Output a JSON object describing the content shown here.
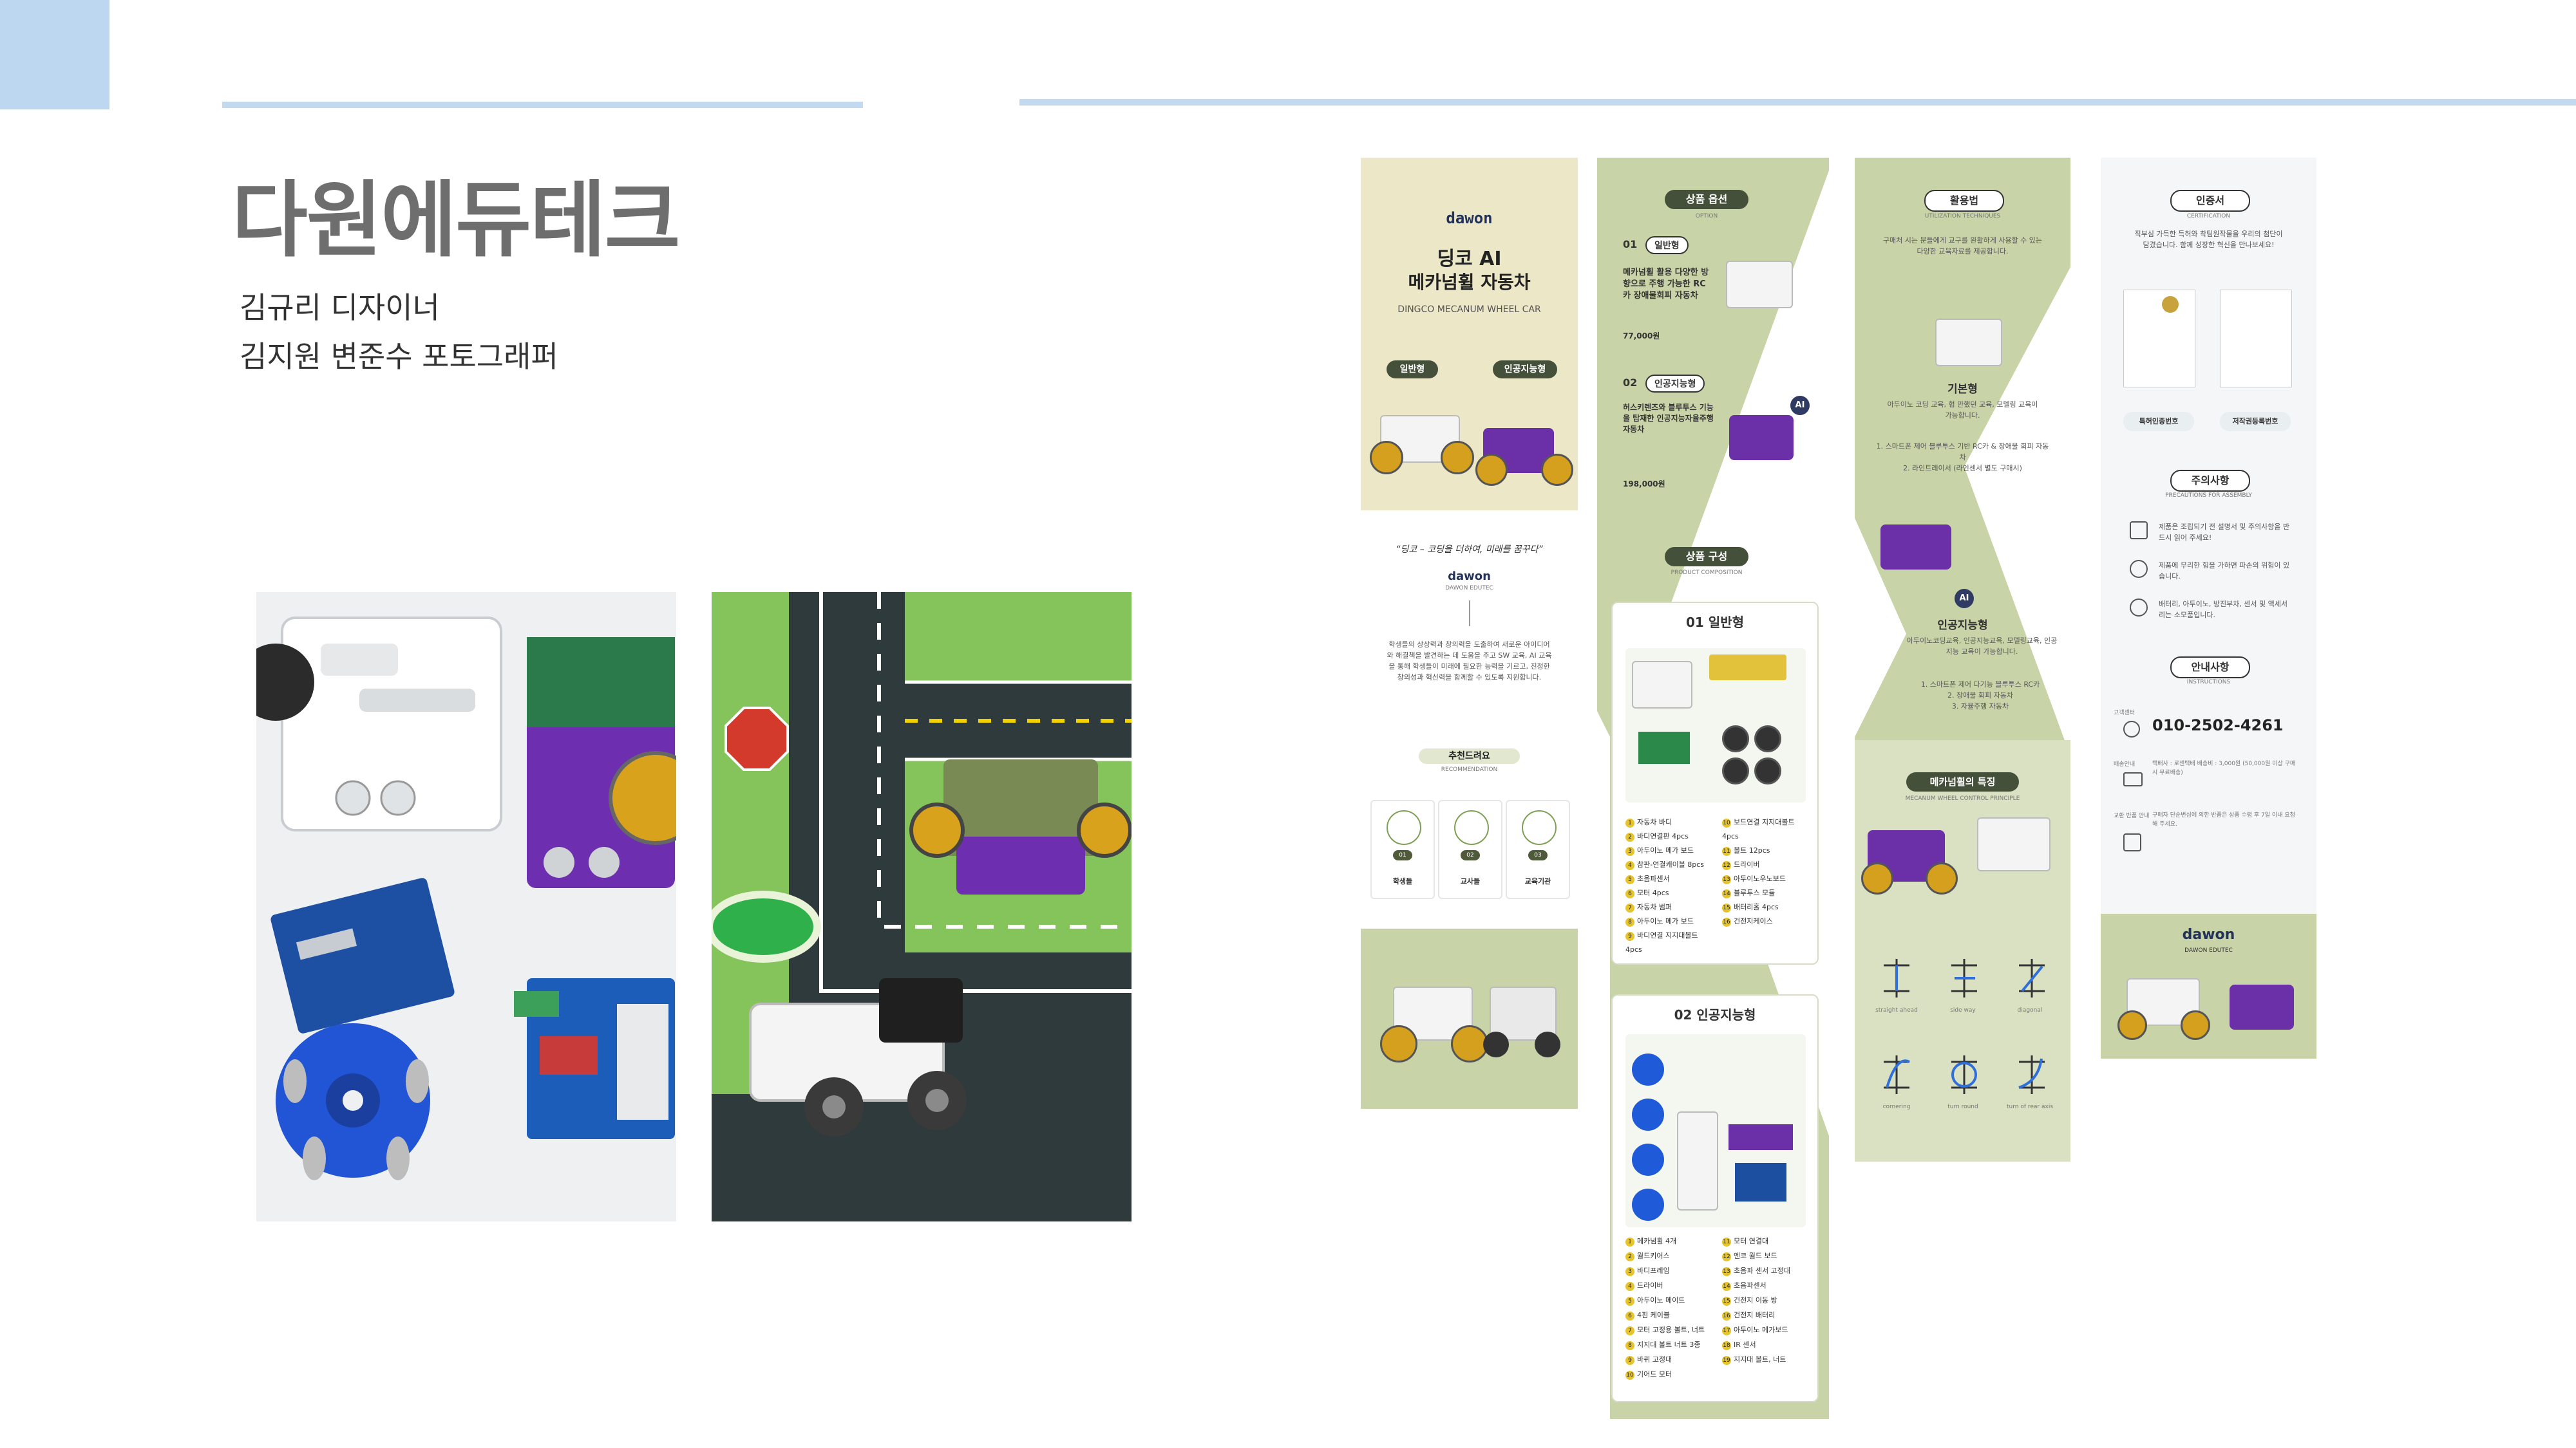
{
  "page": {
    "title": "다원에듀테크",
    "credit_line1": "김규리 디자이너",
    "credit_line2": "김지원 변준수 포토그래퍼"
  },
  "brochure": {
    "cover": {
      "brand": "dawon",
      "title_line1": "딩코 AI",
      "title_line2": "메카넘휠 자동차",
      "subtitle": "DINGCO MECANUM WHEEL CAR",
      "option1": "일반형",
      "option2": "인공지능형"
    },
    "slogan": "“딩코 – 코딩을 더하여, 미래를 꿈꾸다”",
    "slogan_brand": "dawon",
    "slogan_sub": "DAWON EDUTEC",
    "intro_text": "학생들의 상상력과 창의력을 도출하여 새로운 아이디어와 해결책을 발견하는 데 도움을 주고 SW 교육, AI 교육을 통해 학생들이 미래에 필요한 능력을 기르고, 진정한 창의성과 혁신력을 함께할 수 있도록 지원합니다.",
    "recommend": {
      "title": "추천드려요",
      "sub": "RECOMMENDATION",
      "items": [
        {
          "num": "01",
          "label": "학생들"
        },
        {
          "num": "02",
          "label": "교사들"
        },
        {
          "num": "03",
          "label": "교육기관"
        }
      ]
    },
    "options": {
      "title": "상품 옵션",
      "sub": "OPTION",
      "opt1": {
        "num": "01",
        "name": "일반형",
        "desc": "메카넘휠 활용 다양한 방향으로 주행 가능한 RC카 장애물회피 자동차",
        "price": "77,000원"
      },
      "opt2": {
        "num": "02",
        "name": "인공지능형",
        "desc": "허스키렌즈와 블루투스 기능을 탑재한 인공지능자율주행자동차",
        "price": "198,000원"
      }
    },
    "composition": {
      "title": "상품 구성",
      "sub": "PRODUCT COMPOSITION",
      "general_title": "01 일반형",
      "general_list": [
        "자동차 바디",
        "바디연결판 4pcs",
        "아두이노 메가 보드",
        "참판-연결캐이블 8pcs",
        "초음파센서",
        "모터 4pcs",
        "자동차 범퍼",
        "아두이노 메가 보드",
        "바디연결 지지대볼트 4pcs",
        "보드연결 지지대볼트 4pcs",
        "볼트 12pcs",
        "드라이버",
        "아두이노우노보드",
        "블루투스 모듈",
        "배터리홀 4pcs",
        "건전지케이스"
      ],
      "ai_title": "02 인공지능형",
      "ai_list": [
        "메카넘휠 4개",
        "월드키어스",
        "바디프레임",
        "드라이버",
        "아두이노 메이트",
        "4핀 케이블",
        "모터 고정용 볼트, 너트",
        "지지대 볼트 너트 3종",
        "바퀴 고정대",
        "기어드 모터",
        "모터 연결대",
        "엔코 월드 보드",
        "초음파 센서 고정대",
        "초음파센서",
        "건전지 이동 방",
        "건전지 배터리",
        "아두이노 메가보드",
        "IR 센서",
        "지지대 볼트, 너트"
      ]
    },
    "usage": {
      "title": "활용법",
      "sub": "UTILIZATION TECHNIQUES",
      "intro": "구매처 시는 분들에게 교구를 완활하게 사용할 수 있는 다양한 교육자료를 제공합니다.",
      "basic_title": "기본형",
      "basic_desc": "아두이노 코딩 교육, 협 만했던 교육, 모델링 교육이 가능합니다.",
      "basic_steps": [
        "1. 스마트폰 제어 블루투스 기반 RC카 & 장애물 회피 자동차",
        "2. 라인트레이서 (라인센서 별도 구매시)"
      ],
      "ai_title": "인공지능형",
      "ai_desc": "아두이노코딩교육, 인공지능교육, 모델링교육, 인공지능 교육이 가능합니다.",
      "ai_steps": [
        "1. 스마트폰 제어 다기능 블루투스 RC카",
        "2. 장애물 회피 자동차",
        "3. 자율주행 자동차"
      ]
    },
    "feature": {
      "title": "메카넘휠의 특징",
      "sub": "MECANUM WHEEL CONTROL PRINCIPLE",
      "modes": [
        "straight ahead",
        "side way",
        "diagonal",
        "cornering",
        "turn round",
        "turn of rear axis"
      ]
    },
    "cert": {
      "title": "인증서",
      "sub": "CERTIFICATION",
      "text": "직부심 가득한 득허와 착팀원작물을 우리의 첨단이 담겼습니다. 함께 성장한 혁신을 만나보세요!",
      "badge1": "특허인증번호",
      "badge2": "저작권등록번호"
    },
    "caution": {
      "title": "주의사항",
      "sub": "PRECAUTIONS FOR ASSEMBLY",
      "items": [
        "제품은 조립되기 전 설명서 및 주의사항을 반드시 읽어 주세요!",
        "제품에 무리한 힘을 가하면 파손의 위험이 있습니다.",
        "배터리, 아두이노, 방진부차, 센서 및 액세서리는 소모품입니다."
      ]
    },
    "guide": {
      "title": "안내사항",
      "sub": "INSTRUCTIONS",
      "cs_label": "고객센터",
      "phone": "010-2502-4261",
      "ship_label": "배송안내",
      "ship_text": "택배사 : 로젠택배 배송비 : 3,000원 (50,000원 이상 구매시 무료배송)",
      "return_label": "교환 반품 안내",
      "return_text": "구매자 단순변심에 의한 반품은 상품 수령 후 7일 이내 요청해 주세요.",
      "brand": "dawon",
      "brand_sub": "DAWON EDUTEC"
    }
  },
  "colors": {
    "accent_blue": "#bcd7ef",
    "olive": "#c8d4a8",
    "dark_olive": "#4f5a3b",
    "title_gray": "#6e6e6e"
  }
}
